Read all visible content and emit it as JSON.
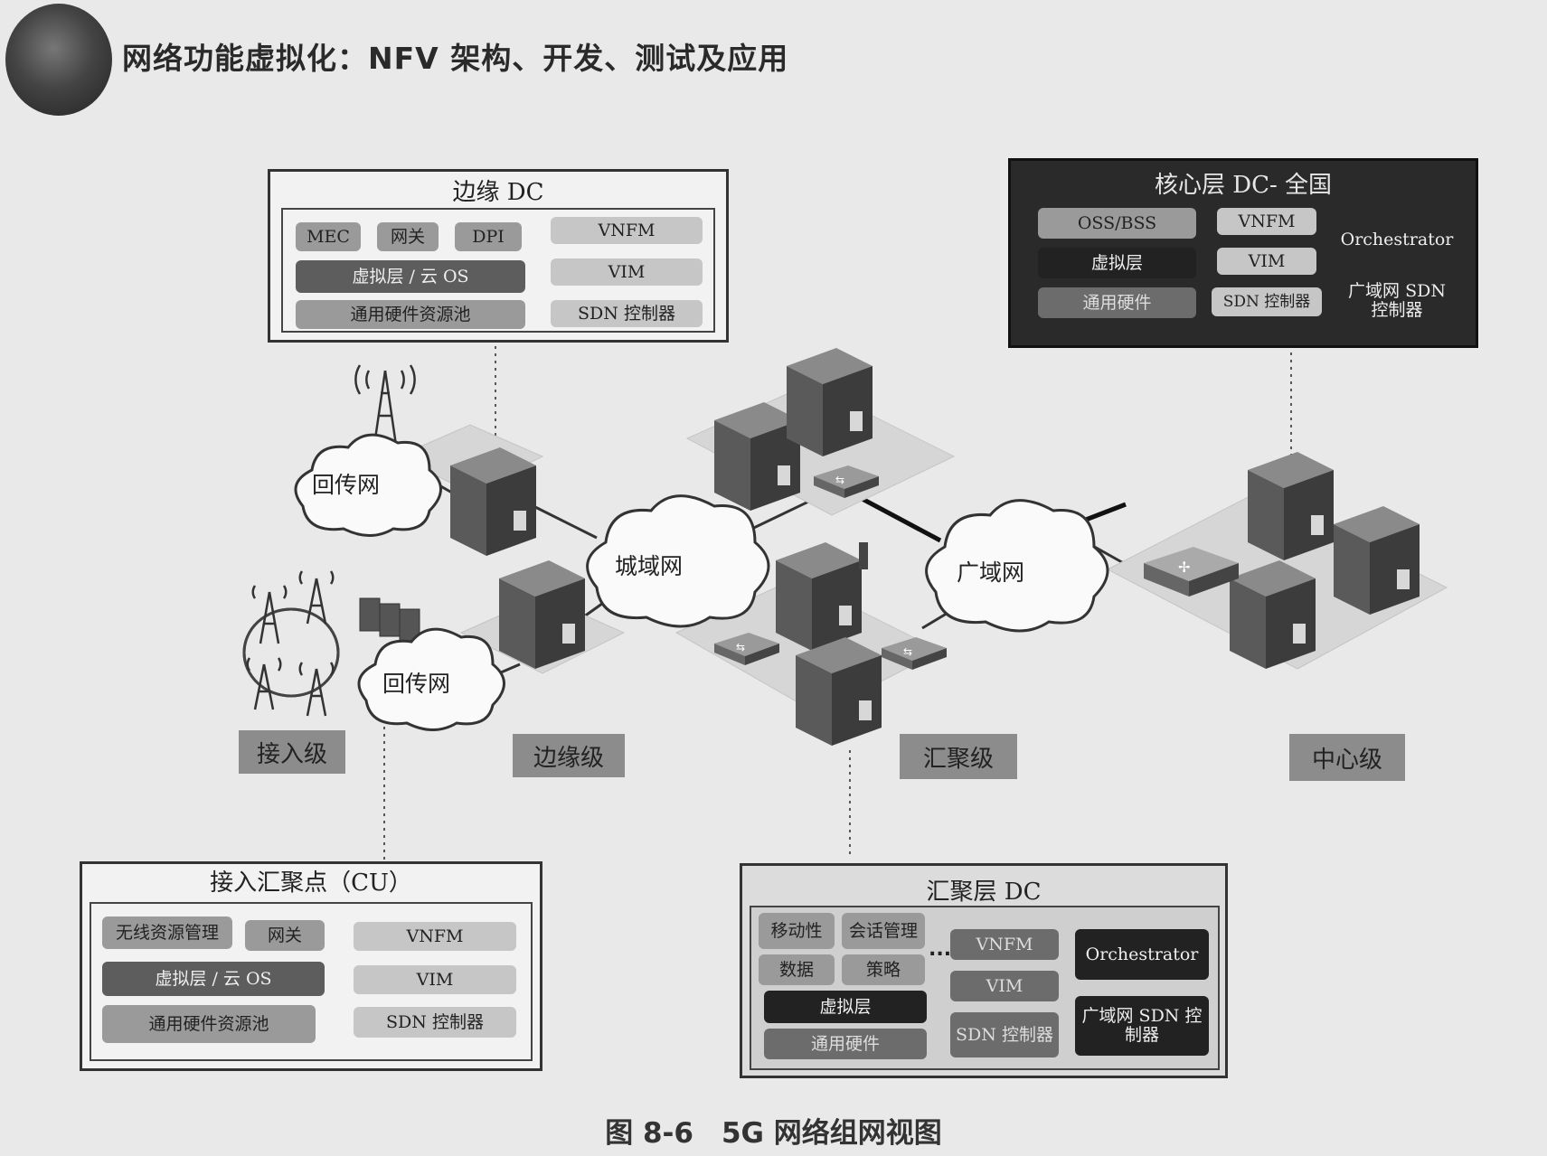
{
  "header": {
    "title": "网络功能虚拟化：NFV 架构、开发、测试及应用"
  },
  "edge_dc": {
    "title": "边缘 DC",
    "items": [
      "MEC",
      "网关",
      "DPI",
      "虚拟层 / 云 OS",
      "通用硬件资源池",
      "VNFM",
      "VIM",
      "SDN 控制器"
    ]
  },
  "core_dc": {
    "title": "核心层 DC- 全国",
    "items": [
      "OSS/BSS",
      "虚拟层",
      "通用硬件",
      "VNFM",
      "VIM",
      "SDN 控制器",
      "Orchestrator",
      "广域网 SDN 控制器"
    ]
  },
  "access_cu": {
    "title": "接入汇聚点（CU）",
    "items": [
      "无线资源管理",
      "网关",
      "虚拟层 / 云 OS",
      "通用硬件资源池",
      "VNFM",
      "VIM",
      "SDN 控制器"
    ]
  },
  "agg_dc": {
    "title": "汇聚层 DC",
    "items": [
      "移动性",
      "会话管理",
      "数据",
      "策略",
      "虚拟层",
      "通用硬件",
      "VNFM",
      "VIM",
      "SDN 控制器",
      "Orchestrator",
      "广域网 SDN 控制器"
    ],
    "ellipsis": "..."
  },
  "clouds": {
    "backhaul_top": "回传网",
    "backhaul_bottom": "回传网",
    "metro": "城域网",
    "wan": "广域网"
  },
  "levels": {
    "access": "接入级",
    "edge": "边缘级",
    "aggregation": "汇聚级",
    "center": "中心级"
  },
  "caption": "图 8-6　5G 网络组网视图"
}
